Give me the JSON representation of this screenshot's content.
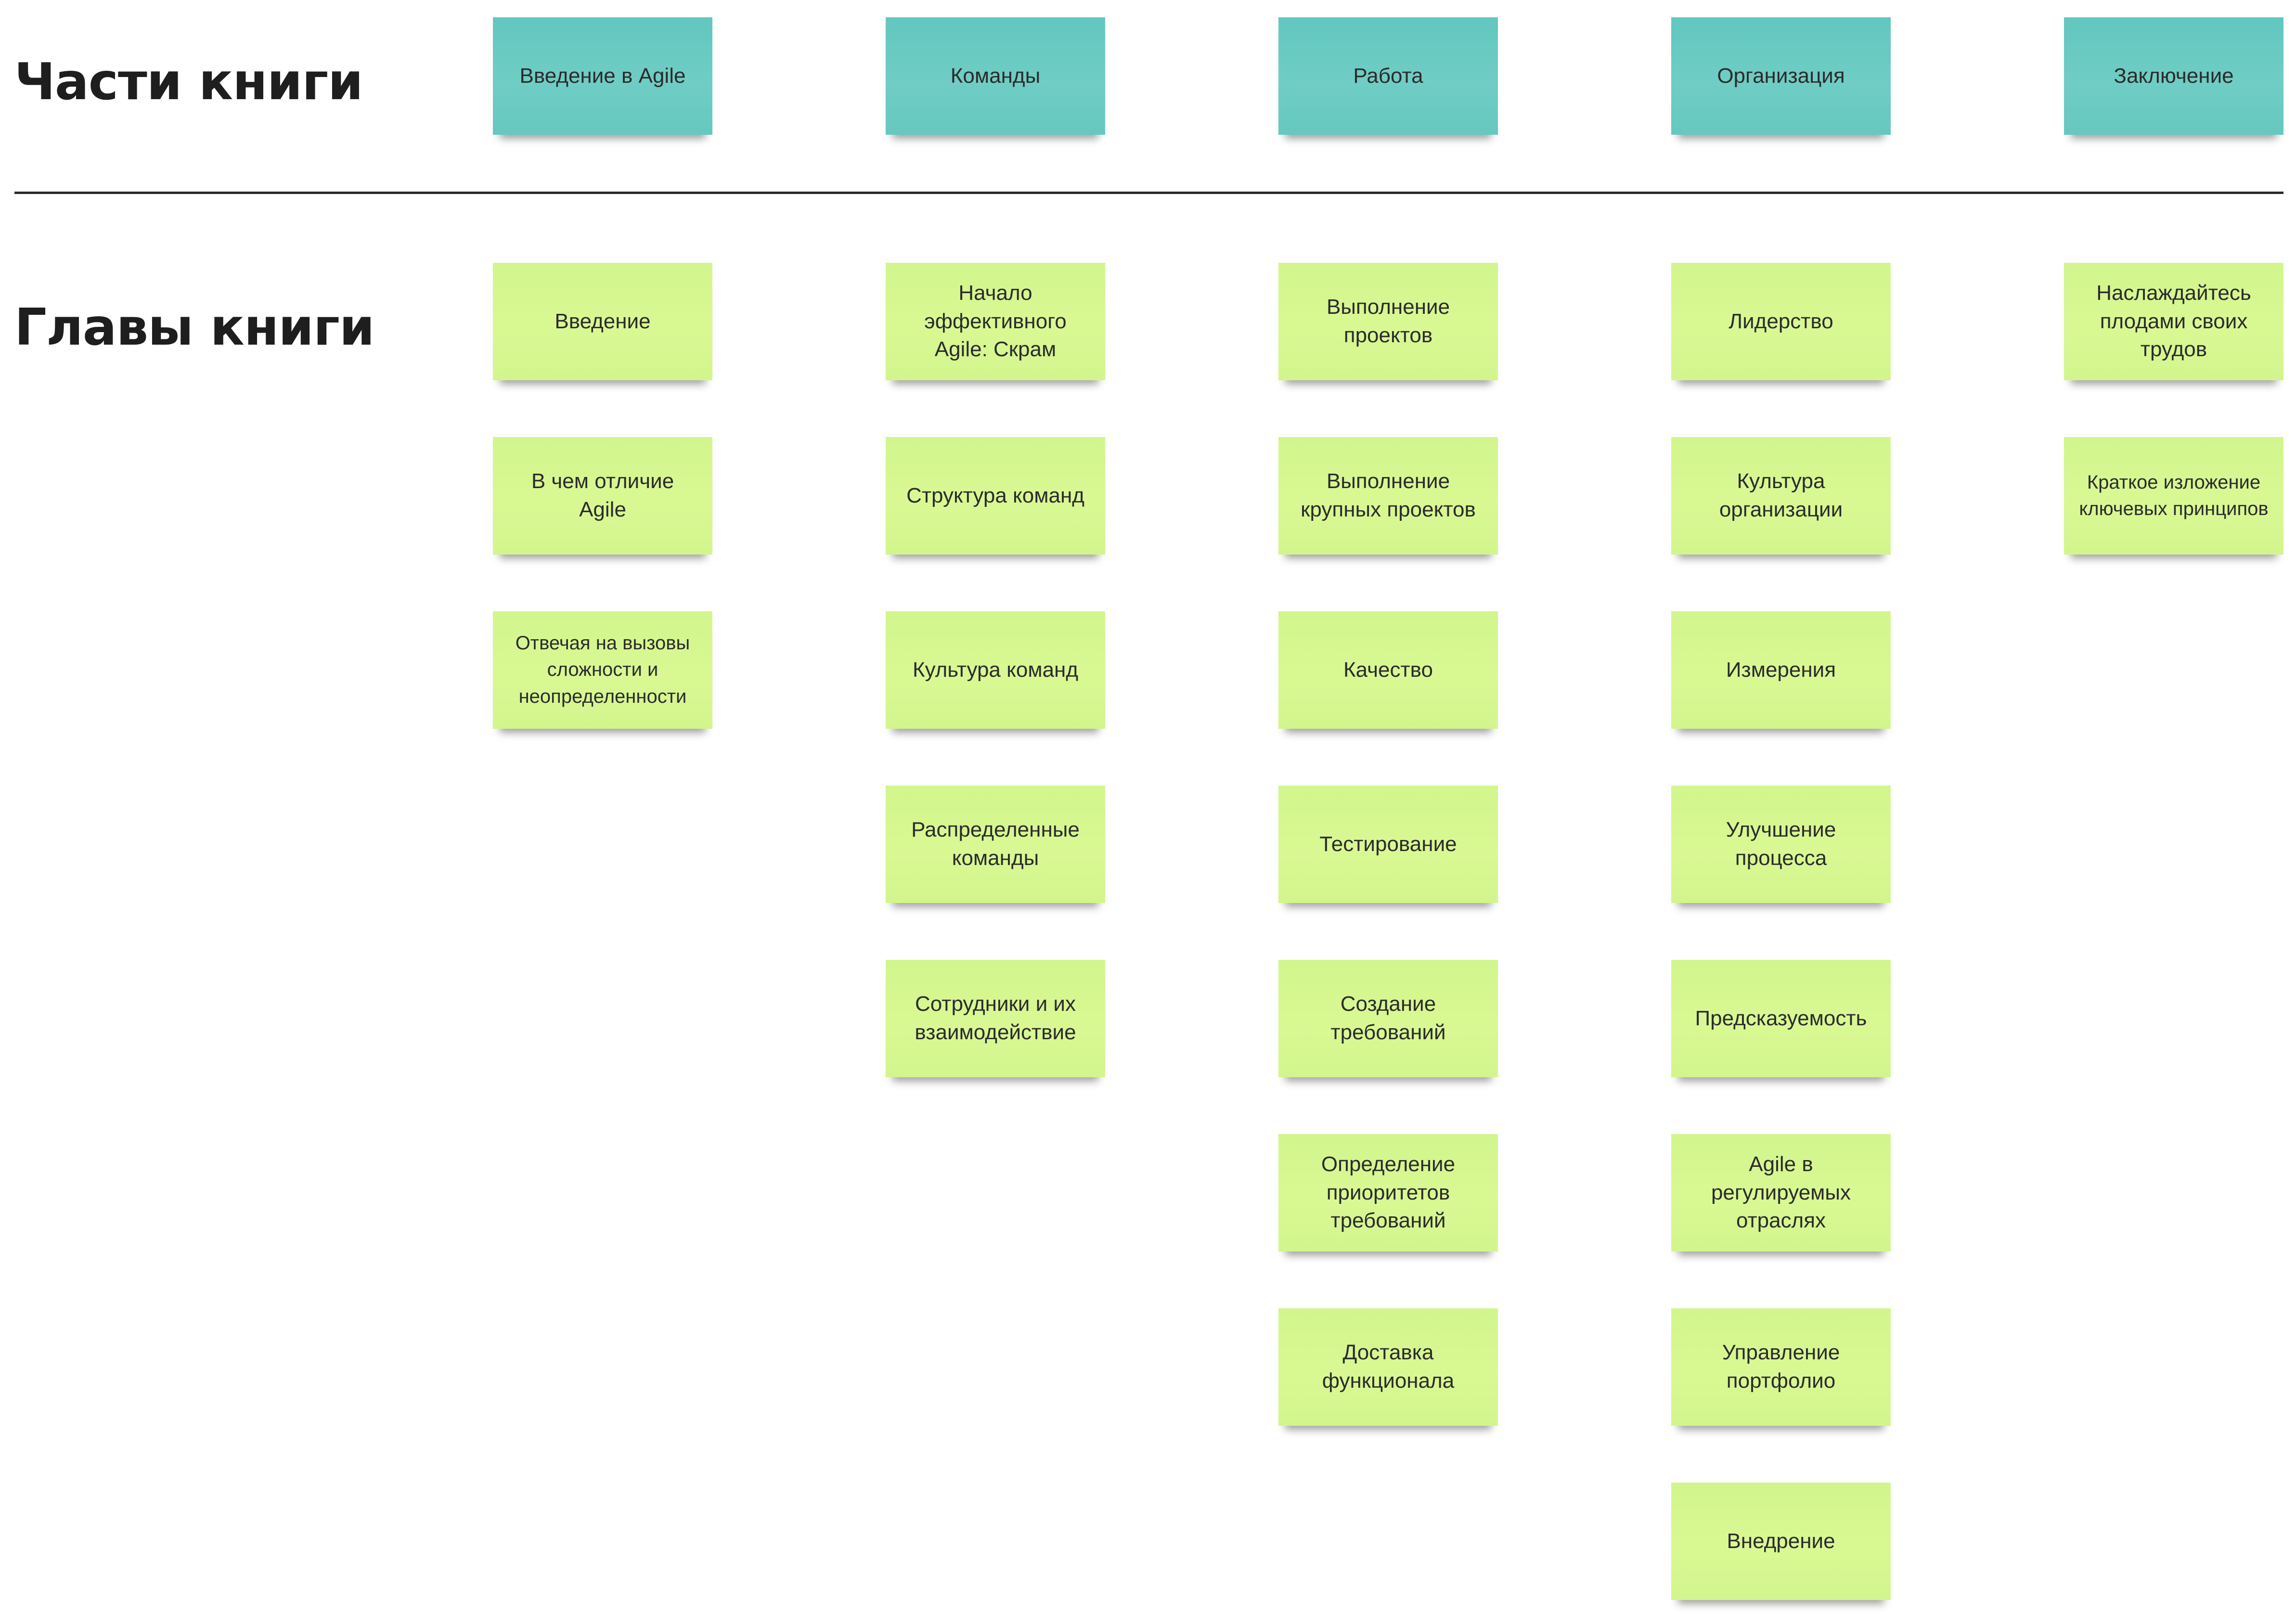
{
  "labels": {
    "parts": "Части книги",
    "chapters": "Главы книги"
  },
  "colors": {
    "part_sticky": "#66c8c0",
    "chapter_sticky": "#d6f790",
    "divider": "#2a2a2a",
    "heading_text": "#1e1e1e"
  },
  "columns": [
    {
      "part": "Введение в Agile",
      "chapters": [
        "Введение",
        "В чем отличие Agile",
        "Отвечая на вызовы сложности и неопределенности"
      ]
    },
    {
      "part": "Команды",
      "chapters": [
        "Начало эффективного Agile: Скрам",
        "Структура команд",
        "Культура команд",
        "Распределенные команды",
        "Сотрудники и их взаимодействие"
      ]
    },
    {
      "part": "Работа",
      "chapters": [
        "Выполнение проектов",
        "Выполнение крупных проектов",
        "Качество",
        "Тестирование",
        "Создание требований",
        "Определение приоритетов требований",
        "Доставка функционала"
      ]
    },
    {
      "part": "Организация",
      "chapters": [
        "Лидерство",
        "Культура организации",
        "Измерения",
        "Улучшение процесса",
        "Предсказуемость",
        "Agile в регулируемых отраслях",
        "Управление портфолио",
        "Внедрение"
      ]
    },
    {
      "part": "Заключение",
      "chapters": [
        "Наслаждайтесь плодами своих трудов",
        "Краткое изложение ключевых принципов"
      ]
    }
  ]
}
